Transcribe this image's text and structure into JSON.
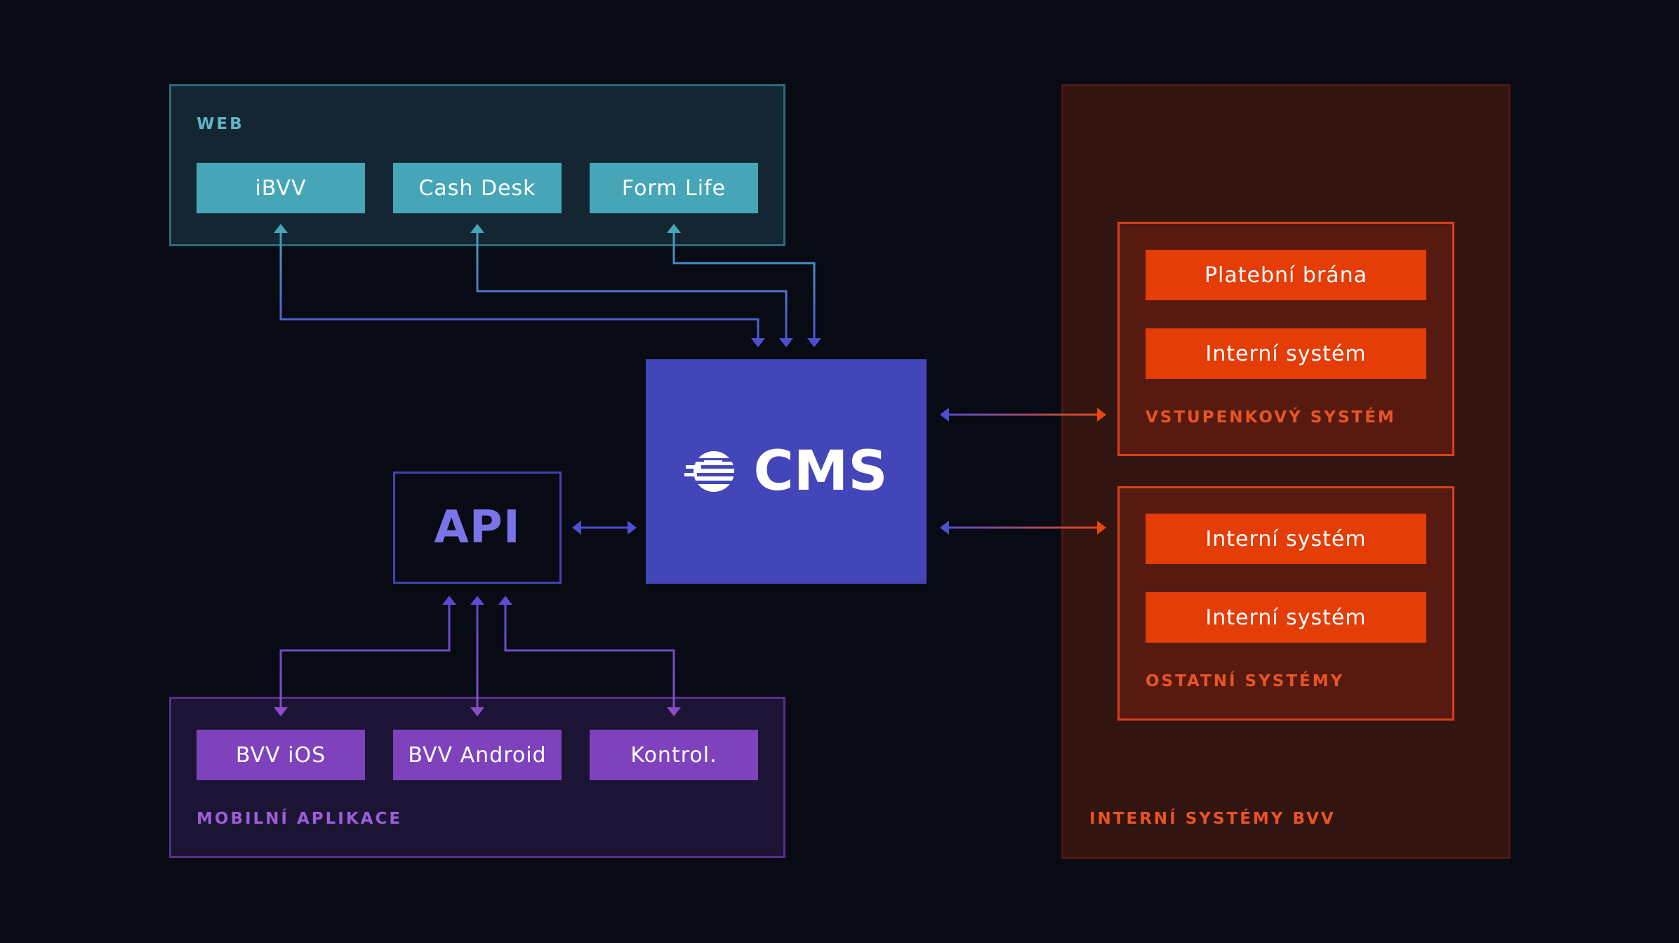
{
  "web": {
    "label": "WEB",
    "items": [
      "iBVV",
      "Cash Desk",
      "Form Life"
    ]
  },
  "mobile": {
    "label": "MOBILNÍ APLIKACE",
    "items": [
      "BVV iOS",
      "BVV Android",
      "Kontrol."
    ]
  },
  "cms": {
    "label": "CMS",
    "icon": "cms-logo-icon"
  },
  "api": {
    "label": "API"
  },
  "internal": {
    "label": "INTERNÍ SYSTÉMY BVV",
    "ticket_system": {
      "label": "VSTUPENKOVÝ SYSTÉM",
      "items": [
        "Platební brána",
        "Interní systém"
      ]
    },
    "other_systems": {
      "label": "OSTATNÍ SYSTÉMY",
      "items": [
        "Interní systém",
        "Interní systém"
      ]
    }
  },
  "colors": {
    "background": "#080a14",
    "web_accent": "#46a6b8",
    "mobile_accent": "#7f42bd",
    "cms": "#4346b8",
    "internal_accent": "#e43d08"
  }
}
